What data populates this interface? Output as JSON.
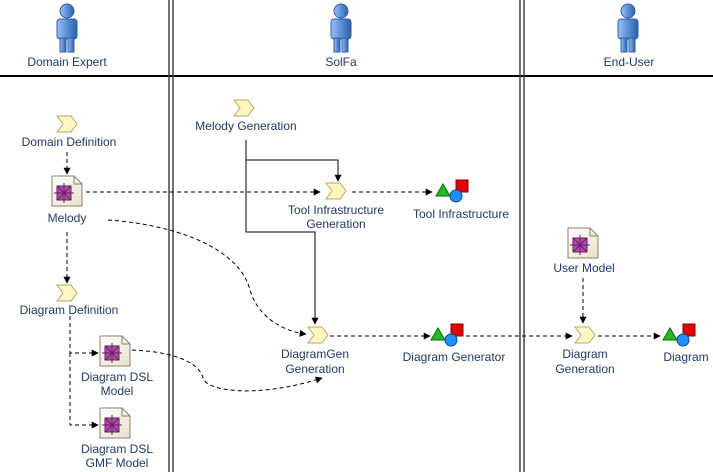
{
  "roles": {
    "domain_expert": "Domain Expert",
    "solfa": "SolFa",
    "end_user": "End-User"
  },
  "activities": {
    "domain_definition": "Domain Definition",
    "melody_generation": "Melody Generation",
    "tool_infra_gen": [
      "Tool Infrastructure",
      "Generation"
    ],
    "diagram_definition": "Diagram Definition",
    "diagramgen_generation": [
      "DiagramGen",
      "Generation"
    ],
    "diagram_generation": [
      "Diagram",
      "Generation"
    ]
  },
  "artifacts": {
    "melody": "Melody",
    "diagram_dsl_model": [
      "Diagram DSL",
      "Model"
    ],
    "diagram_dsl_gmf_model": [
      "Diagram DSL",
      "GMF Model"
    ],
    "user_model": "User Model"
  },
  "products": {
    "tool_infrastructure": "Tool Infrastructure",
    "diagram_generator": "Diagram Generator",
    "diagram": "Diagram"
  },
  "colors": {
    "label": "#1f3a66",
    "person": "#5b8fd8",
    "activity": "#fff7c2",
    "model_square": "#b04ea8",
    "triangle": "#22bb22",
    "circle": "#1e90ff",
    "square": "#e00000"
  }
}
